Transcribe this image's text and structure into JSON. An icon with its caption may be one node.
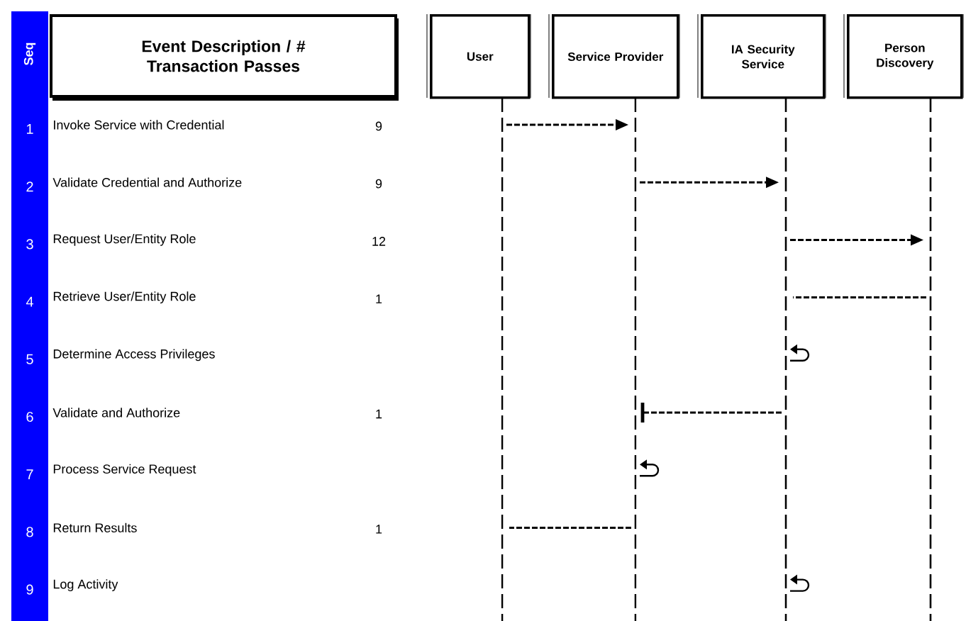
{
  "diagram": {
    "nodes": [
      {
        "text": [
          "Seq"
        ]
      },
      {
        "text": [
          "Event Description / # Transaction Passes"
        ]
      },
      {
        "text": [
          "User"
        ]
      },
      {
        "text": [
          "Service Provider"
        ]
      },
      {
        "text": [
          "IA Security Service"
        ]
      },
      {
        "text": [
          "Person Discovery"
        ]
      }
    ],
    "edges": [
      {
        "from": 2,
        "to": 3,
        "arrow": "to",
        "style": "dashed"
      },
      {
        "from": 3,
        "to": 4,
        "arrow": "to",
        "style": "dashed"
      },
      {
        "from": 4,
        "to": 5,
        "arrow": "to",
        "style": "dashed"
      },
      {
        "from": 5,
        "to": 4,
        "arrow": "none",
        "style": "dashed"
      },
      {
        "from": 4,
        "to": 4,
        "arrow": "to"
      },
      {
        "from": 4,
        "to": 3,
        "arrow": "other",
        "style": "dashed"
      },
      {
        "from": 3,
        "to": 3,
        "arrow": "to"
      },
      {
        "from": 3,
        "to": 2,
        "arrow": "none",
        "style": "dashed"
      },
      {
        "from": 4,
        "to": 4,
        "arrow": "to"
      }
    ],
    "labels": [
      "1",
      "Invoke Service with Credential",
      "9",
      "2",
      "Validate Credential and Authorize",
      "9",
      "3",
      "Request User/Entity Role",
      "12",
      "4",
      "Retrieve User/Entity Role",
      "1",
      "5",
      "Determine Access Privileges",
      "6",
      "Validate and Authorize",
      "1",
      "7",
      "Process Service Request",
      "8",
      "Return Results",
      "1",
      "9",
      "Log Activity"
    ]
  }
}
